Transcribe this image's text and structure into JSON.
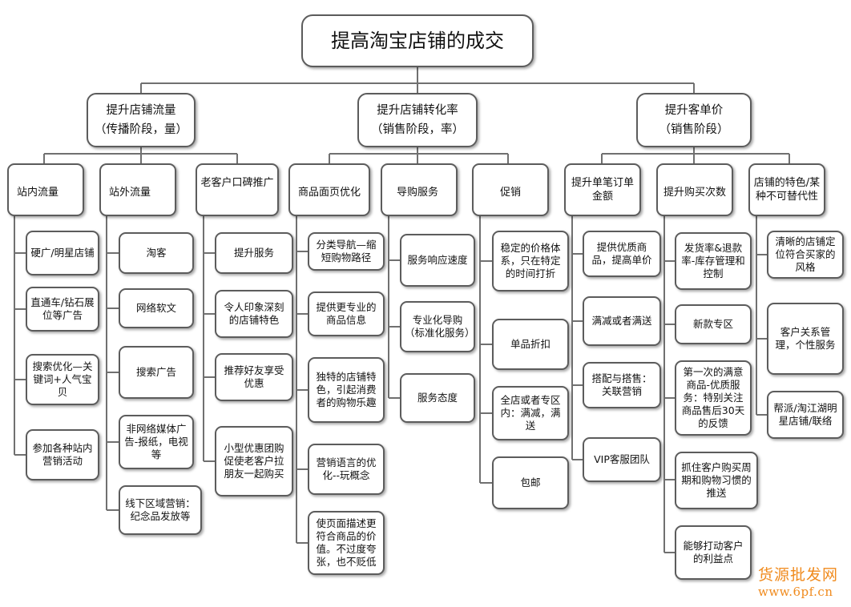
{
  "root": "提高淘宝店铺的成交",
  "branches": [
    {
      "title": "提升店铺流量\n（传播阶段，量）"
    },
    {
      "title": "提升店铺转化率\n（销售阶段，率）"
    },
    {
      "title": "提升客单价\n（销售阶段）"
    }
  ],
  "categories": [
    {
      "label": "站内流量",
      "items": [
        "硬广/明星店铺",
        "直通车/钻石展位等广告",
        "搜索优化—关键词+人气宝贝",
        "参加各种站内营销活动"
      ]
    },
    {
      "label": "站外流量",
      "items": [
        "淘客",
        "网络软文",
        "搜索广告",
        "非网络媒体广告-报纸，电视等",
        "线下区域营销：纪念品发放等"
      ]
    },
    {
      "label": "老客户口碑推广",
      "items": [
        "提升服务",
        "令人印象深刻的店铺特色",
        "推荐好友享受优惠",
        "小型优惠团购促使老客户拉朋友一起购买"
      ]
    },
    {
      "label": "商品面页优化",
      "items": [
        "分类导航—缩短购物路径",
        "提供更专业的商品信息",
        "独特的店铺特色，引起消费者的购物乐趣",
        "营销语言的优化--玩概念",
        "使页面描述更符合商品的价值。不过度夸张，也不贬低"
      ]
    },
    {
      "label": "导购服务",
      "items": [
        "服务响应速度",
        "专业化导购（标准化服务）",
        "服务态度"
      ]
    },
    {
      "label": "促销",
      "items": [
        "稳定的价格体系，只在特定的时间打折",
        "单品折扣",
        "全店或者专区内：满减，满送",
        "包邮"
      ]
    },
    {
      "label": "提升单笔订单金额",
      "items": [
        "提供优质商品，提高单价",
        "满减或者满送",
        "搭配与搭售：关联营销",
        "VIP客服团队"
      ]
    },
    {
      "label": "提升购买次数",
      "items": [
        "发货率&退款率-库存管理和控制",
        "新款专区",
        "第一次的满意商品-优质服务：特别关注商品售后30天的反馈",
        "抓住客户购买周期和购物习惯的推送",
        "能够打动客户的利益点"
      ]
    },
    {
      "label": "店铺的特色/某种不可替代性",
      "items": [
        "清晰的店铺定位符合买家的风格",
        "客户关系管理，个性服务",
        "帮派/淘江湖明星店铺/联络"
      ]
    }
  ],
  "watermark": {
    "line1": "货源批发网",
    "line2": "www.6pf.cn"
  },
  "colors": {
    "border": "#5c5c5c",
    "line": "#707070",
    "watermark": "#f08a1c"
  }
}
